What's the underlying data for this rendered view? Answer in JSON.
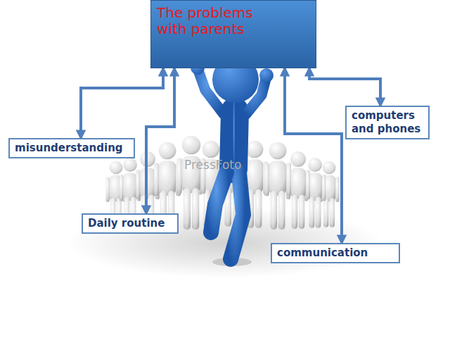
{
  "diagram": {
    "nodes": [
      {
        "text": [
          "The problems with parents"
        ]
      },
      {
        "text": [
          "computers and phones"
        ]
      },
      {
        "text": [
          "misunderstanding"
        ]
      },
      {
        "text": [
          "Daily routine"
        ]
      },
      {
        "text": [
          "communication"
        ]
      }
    ],
    "edges": [
      {
        "from": 0,
        "to": 1,
        "arrow": "both"
      },
      {
        "from": 0,
        "to": 2,
        "arrow": "both"
      },
      {
        "from": 0,
        "to": 3,
        "arrow": "both"
      },
      {
        "from": 0,
        "to": 4,
        "arrow": "both"
      }
    ],
    "labels": [
      "PressFoto"
    ]
  }
}
